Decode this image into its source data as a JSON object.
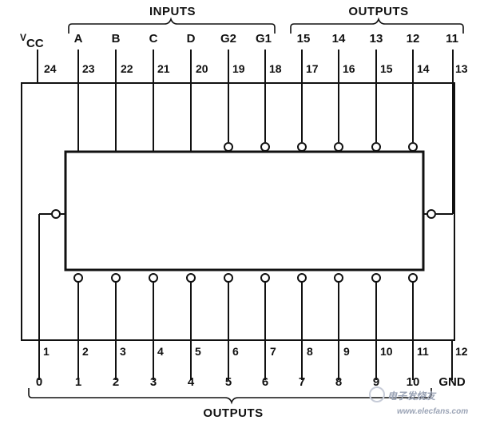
{
  "headers": {
    "inputs": "INPUTS",
    "outputs_top": "OUTPUTS",
    "outputs_bottom": "OUTPUTS"
  },
  "vcc": {
    "base": "V",
    "sub": "CC"
  },
  "top_signals": [
    "A",
    "B",
    "C",
    "D",
    "G2",
    "G1",
    "15",
    "14",
    "13",
    "12",
    "11"
  ],
  "top_pins": [
    "24",
    "23",
    "22",
    "21",
    "20",
    "19",
    "18",
    "17",
    "16",
    "15",
    "14",
    "13"
  ],
  "bottom_pins": [
    "1",
    "2",
    "3",
    "4",
    "5",
    "6",
    "7",
    "8",
    "9",
    "10",
    "11",
    "12"
  ],
  "bottom_signals": [
    "0",
    "1",
    "2",
    "3",
    "4",
    "5",
    "6",
    "7",
    "8",
    "9",
    "10",
    "GND"
  ],
  "watermark": {
    "line1": "电子发烧友",
    "line2": "www.elecfans.com"
  }
}
